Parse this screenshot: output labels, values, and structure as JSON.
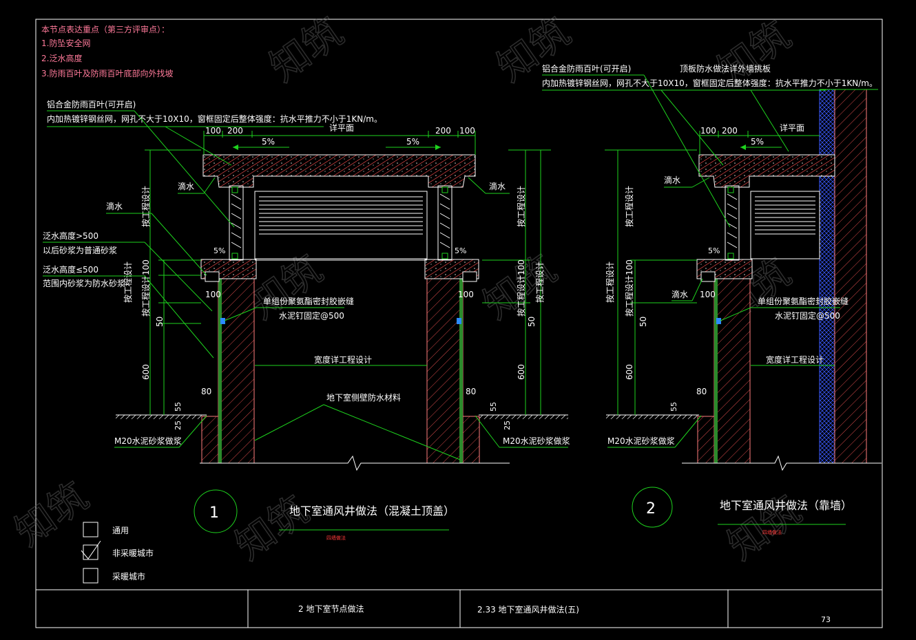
{
  "notes": {
    "title": "本节点表达重点（第三方评审点）：",
    "items": [
      "1.防坠安全网",
      "2.泛水高度",
      "3.防雨百叶及防雨百叶底部向外找坡"
    ]
  },
  "detail1": {
    "louver_label": "铝合金防雨百叶(可开启)",
    "louver_note": "内加热镀锌钢丝网，网孔不大于10X10，窗框固定后整体强度：抗水平推力不小于1KN/m。",
    "dims_top_left": [
      "100",
      "200"
    ],
    "dims_top_right": [
      "200",
      "100"
    ],
    "top_label": "详平面",
    "slope_left": "5%",
    "slope_right": "5%",
    "slope_small": "5%",
    "drip_left": "滴水",
    "drip_right": "滴水",
    "drip_side": "滴水",
    "flash_high": "泛水高度>500",
    "flash_high_note": "以后砂浆为普通砂浆",
    "flash_low": "泛水高度≤500",
    "flash_low_note": "范围内砂浆为防水砂浆",
    "vert_eng": "按工程设计",
    "vert_eng100": "按工程设计100",
    "dim_100": "100",
    "dim_50": "50",
    "dim_600": "600",
    "dim_80": "80",
    "dim_55": "55",
    "dim_25": "25",
    "seal_label": "单组份聚氨酯密封胶嵌缝",
    "nail_label": "水泥钉固定@500",
    "width_label": "宽度详工程设计",
    "wp_label": "地下室侧壁防水材料",
    "mortar_left": "M20水泥砂浆做浆",
    "mortar_right": "M20水泥砂浆做浆",
    "number": "1",
    "caption": "地下室通风井做法（混凝土顶盖）",
    "sub": "四墙做法"
  },
  "detail2": {
    "louver_label": "铝合金防雨百叶(可开启)",
    "roof_label": "顶板防水做法详外墙挑板",
    "louver_note": "内加热镀锌钢丝网，网孔不大于10X10，窗框固定后整体强度：抗水平推力不小于1KN/m。",
    "dims_top": [
      "100",
      "200"
    ],
    "top_label": "详平面",
    "slope": "5%",
    "slope_small": "5%",
    "drip_top": "滴水",
    "drip_side": "滴水",
    "vert_eng": "按工程设计",
    "vert_eng100": "按工程设计100",
    "dim_100": "100",
    "dim_50": "50",
    "dim_600": "600",
    "dim_80": "80",
    "dim_55": "55",
    "seal_label": "单组份聚氨酯密封胶嵌缝",
    "nail_label": "水泥钉固定@500",
    "width_label": "宽度详工程设计",
    "mortar": "M20水泥砂浆做浆",
    "number": "2",
    "caption": "地下室通风井做法（靠墙）",
    "sub": "四墙做法"
  },
  "legend": {
    "items": [
      {
        "label": "通用",
        "checked": false
      },
      {
        "label": "非采暖城市",
        "checked": true
      },
      {
        "label": "采暖城市",
        "checked": false
      }
    ]
  },
  "titlebar": {
    "section": "2   地下室节点做法",
    "sheet": "2.33  地下室通风井做法(五)",
    "page": "73"
  },
  "watermark": "知筑"
}
